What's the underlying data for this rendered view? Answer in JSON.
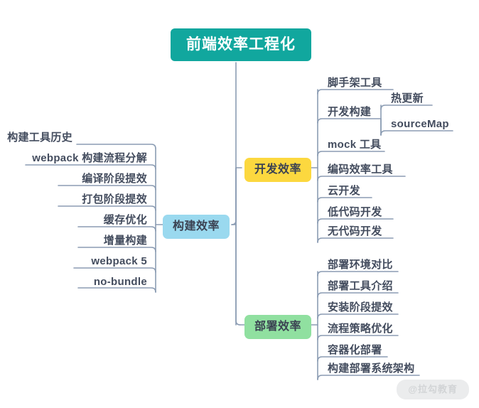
{
  "colors": {
    "root_bg": "#11a79e",
    "dev_bg": "#fcd83f",
    "build_bg": "#9ad9ef",
    "deploy_bg": "#90e0a0",
    "link": "#8b9cb3",
    "text": "#434c5e",
    "root_text": "#ffffff",
    "watermark_bg": "#ebeced",
    "watermark_text": "#d2d4d6"
  },
  "mindmap": {
    "root": {
      "label": "前端效率工程化"
    },
    "branches": [
      {
        "id": "dev",
        "label": "开发效率",
        "children": [
          {
            "label": "脚手架工具"
          },
          {
            "label": "开发构建",
            "children": [
              {
                "label": "热更新"
              },
              {
                "label": "sourceMap"
              }
            ]
          },
          {
            "label": "mock 工具"
          },
          {
            "label": "编码效率工具"
          },
          {
            "label": "云开发"
          },
          {
            "label": "低代码开发"
          },
          {
            "label": "无代码开发"
          }
        ]
      },
      {
        "id": "build",
        "label": "构建效率",
        "children": [
          {
            "label": "构建工具历史"
          },
          {
            "label": "webpack 构建流程分解"
          },
          {
            "label": "编译阶段提效"
          },
          {
            "label": "打包阶段提效"
          },
          {
            "label": "缓存优化"
          },
          {
            "label": "增量构建"
          },
          {
            "label": "webpack 5"
          },
          {
            "label": "no-bundle"
          }
        ]
      },
      {
        "id": "deploy",
        "label": "部署效率",
        "children": [
          {
            "label": "部署环境对比"
          },
          {
            "label": "部署工具介绍"
          },
          {
            "label": "安装阶段提效"
          },
          {
            "label": "流程策略优化"
          },
          {
            "label": "容器化部署"
          },
          {
            "label": "构建部署系统架构"
          }
        ]
      }
    ]
  },
  "watermark": {
    "label": "@拉勾教育"
  }
}
